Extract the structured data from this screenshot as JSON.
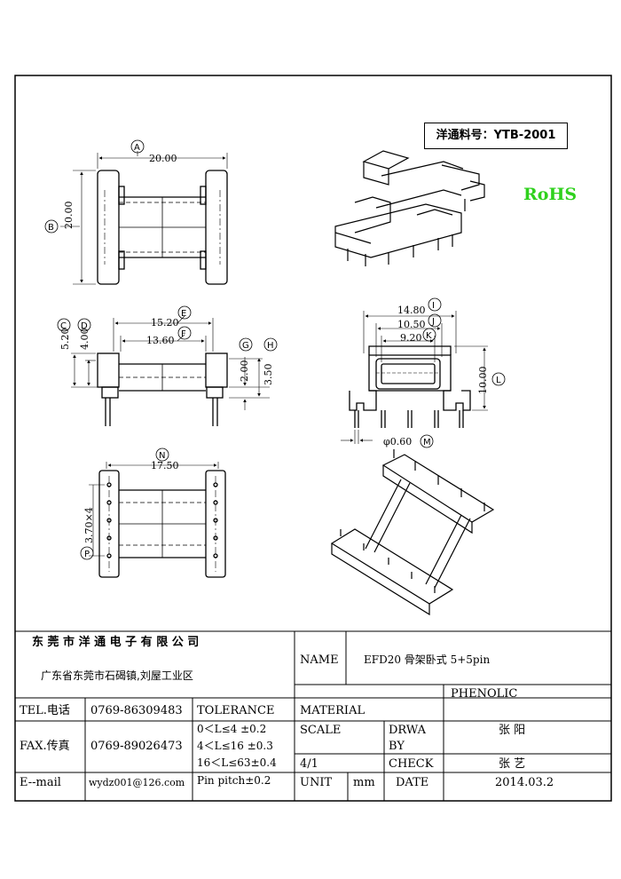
{
  "header": {
    "part_number_label": "洋通料号：YTB-2001",
    "rohs": "RoHS"
  },
  "drawing": {
    "top_view": {
      "dim_a": "20.00",
      "dim_b": "20.00",
      "bubble_a": "A",
      "bubble_b": "B"
    },
    "side_view": {
      "dim_e": "15.20",
      "dim_f": "13.60",
      "dim_c": "5.20",
      "dim_d": "4.00",
      "dim_g": "2.00",
      "dim_h": "3.50",
      "bubble_c": "C",
      "bubble_d": "D",
      "bubble_e": "E",
      "bubble_f": "F",
      "bubble_g": "G",
      "bubble_h": "H"
    },
    "front_view": {
      "dim_i": "14.80",
      "dim_j": "10.50",
      "dim_k": "9.20",
      "dim_l": "10.00",
      "dim_m": "φ0.60",
      "bubble_i": "I",
      "bubble_j": "J",
      "bubble_k": "K",
      "bubble_l": "L",
      "bubble_m": "M"
    },
    "bottom_view": {
      "dim_n": "17.50",
      "dim_p": "3.70×4",
      "bubble_n": "N",
      "bubble_p": "P"
    }
  },
  "title_block": {
    "company": "东 莞 市 洋 通 电 子 有 限 公 司",
    "address": "广东省东莞市石碣镇,刘屋工业区",
    "name_label": "NAME",
    "name_value": "EFD20 骨架卧式 5+5pin",
    "tel_label": "TEL.电话",
    "tel_value": "0769-86309483",
    "tolerance_label": "TOLERANCE",
    "material_label": "MATERIAL",
    "material_value": "PHENOLIC",
    "fax_label": "FAX.传真",
    "fax_value": "0769-89026473",
    "tol_1": "0＜L≤4   ±0.2",
    "tol_2": "4＜L≤16  ±0.3",
    "tol_3": "16＜L≤63±0.4",
    "tol_4": "Pin pitch±0.2",
    "scale_label": "SCALE",
    "scale_value": "4/1",
    "drwa_label": "DRWA",
    "by_label": "BY",
    "drawn_by": "张 阳",
    "check_label": "CHECK",
    "checked_by": "张 艺",
    "email_label": "E--mail",
    "email_value": "wydz001@126.com",
    "unit_label": "UNIT",
    "unit_value": "mm",
    "date_label": "DATE",
    "date_value": "2014.03.2"
  }
}
